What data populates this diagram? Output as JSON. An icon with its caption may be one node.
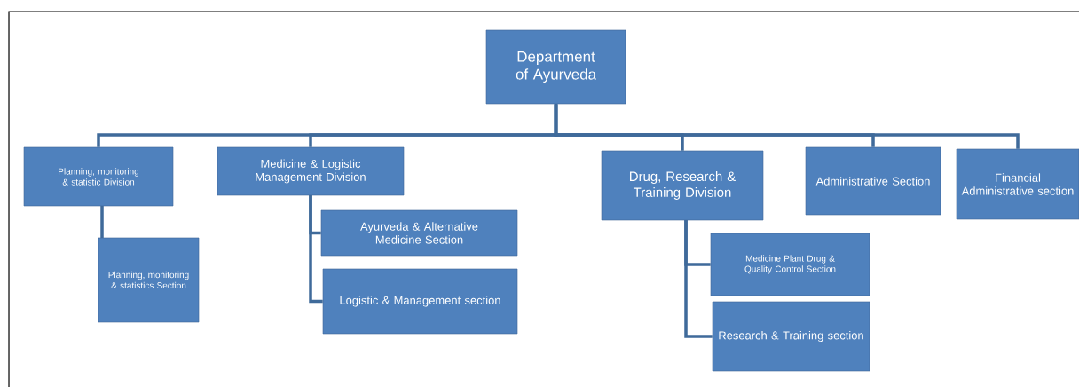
{
  "diagram": {
    "nodes": [
      {
        "text": [
          "Department of Ayurveda"
        ]
      },
      {
        "text": [
          "Planning, monitoring & statistic Division"
        ]
      },
      {
        "text": [
          "Medicine & Logistic Management Division"
        ]
      },
      {
        "text": [
          "Drug, Research & Training Division"
        ]
      },
      {
        "text": [
          "Administrative Section"
        ]
      },
      {
        "text": [
          "Financial Administrative section"
        ]
      },
      {
        "text": [
          "Planning, monitoring & statistics Section"
        ]
      },
      {
        "text": [
          "Ayurveda & Alternative Medicine Section"
        ]
      },
      {
        "text": [
          "Logistic & Management section"
        ]
      },
      {
        "text": [
          "Medicine Plant Drug & Quality Control Section"
        ]
      },
      {
        "text": [
          "Research & Training section"
        ]
      }
    ],
    "edges": [
      {
        "from": 0,
        "to": 1,
        "arrow": "none"
      },
      {
        "from": 0,
        "to": 2,
        "arrow": "none"
      },
      {
        "from": 0,
        "to": 3,
        "arrow": "none"
      },
      {
        "from": 0,
        "to": 4,
        "arrow": "none"
      },
      {
        "from": 0,
        "to": 5,
        "arrow": "none"
      },
      {
        "from": 1,
        "to": 6,
        "arrow": "none"
      },
      {
        "from": 2,
        "to": 7,
        "arrow": "none"
      },
      {
        "from": 2,
        "to": 8,
        "arrow": "none"
      },
      {
        "from": 3,
        "to": 9,
        "arrow": "none"
      },
      {
        "from": 3,
        "to": 10,
        "arrow": "none"
      }
    ]
  }
}
